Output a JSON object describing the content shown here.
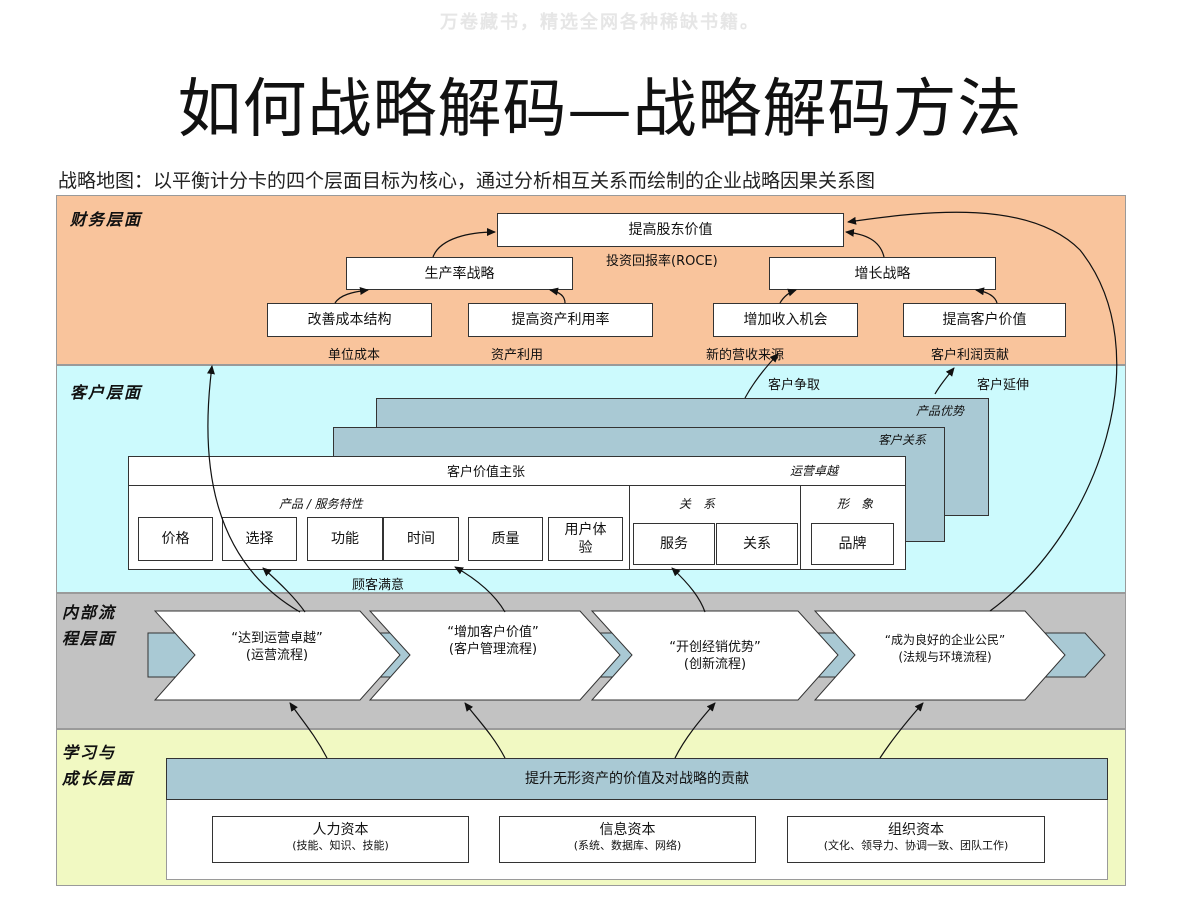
{
  "watermark": "万卷藏书，精选全网各种稀缺书籍。",
  "title": "如何战略解码—战略解码方法",
  "subtitle": "战略地图：以平衡计分卡的四个层面目标为核心，通过分析相互关系而绘制的企业战略因果关系图",
  "colors": {
    "financial": "#f9c49c",
    "customer": "#ccfafd",
    "internal": "#c2c2c2",
    "learning": "#f1f9c2",
    "card_back": "#a9c9d4",
    "chevron_fill": "#a9c9d4"
  },
  "financial": {
    "label": "财务层面",
    "top": "提高股东价值",
    "top_note": "投资回报率(ROCE)",
    "productivity": "生产率战略",
    "growth": "增长战略",
    "cost": "改善成本结构",
    "asset": "提高资产利用率",
    "revenue": "增加收入机会",
    "custvalue": "提高客户价值",
    "m_unit_cost": "单位成本",
    "m_asset_use": "资产利用",
    "m_new_revenue": "新的营收来源",
    "m_profit": "客户利润贡献"
  },
  "customer": {
    "label": "客户层面",
    "acquire": "客户争取",
    "extend": "客户延伸",
    "back1": "产品优势",
    "back2": "客户关系",
    "header": "客户价值主张",
    "header_right": "运营卓越",
    "group_product": "产品 / 服务特性",
    "group_relation": "关　系",
    "group_image": "形　象",
    "items": [
      "价格",
      "选择",
      "功能",
      "时间",
      "质量",
      "用户体验",
      "服务",
      "关系",
      "品牌"
    ],
    "satisfaction": "顾客满意"
  },
  "internal": {
    "label": "内部流\n程层面",
    "c1": "“达到运营卓越”\n(运营流程)",
    "c2": "“增加客户价值”\n(客户管理流程)",
    "c3": "“开创经销优势”\n(创新流程)",
    "c4": "“成为良好的企业公民”\n(法规与环境流程)"
  },
  "learning": {
    "label": "学习与\n成长层面",
    "bar": "提升无形资产的价值及对战略的贡献",
    "cap1_name": "人力资本",
    "cap1_desc": "(技能、知识、技能)",
    "cap2_name": "信息资本",
    "cap2_desc": "(系统、数据库、网络)",
    "cap3_name": "组织资本",
    "cap3_desc": "(文化、领导力、协调一致、团队工作)"
  }
}
